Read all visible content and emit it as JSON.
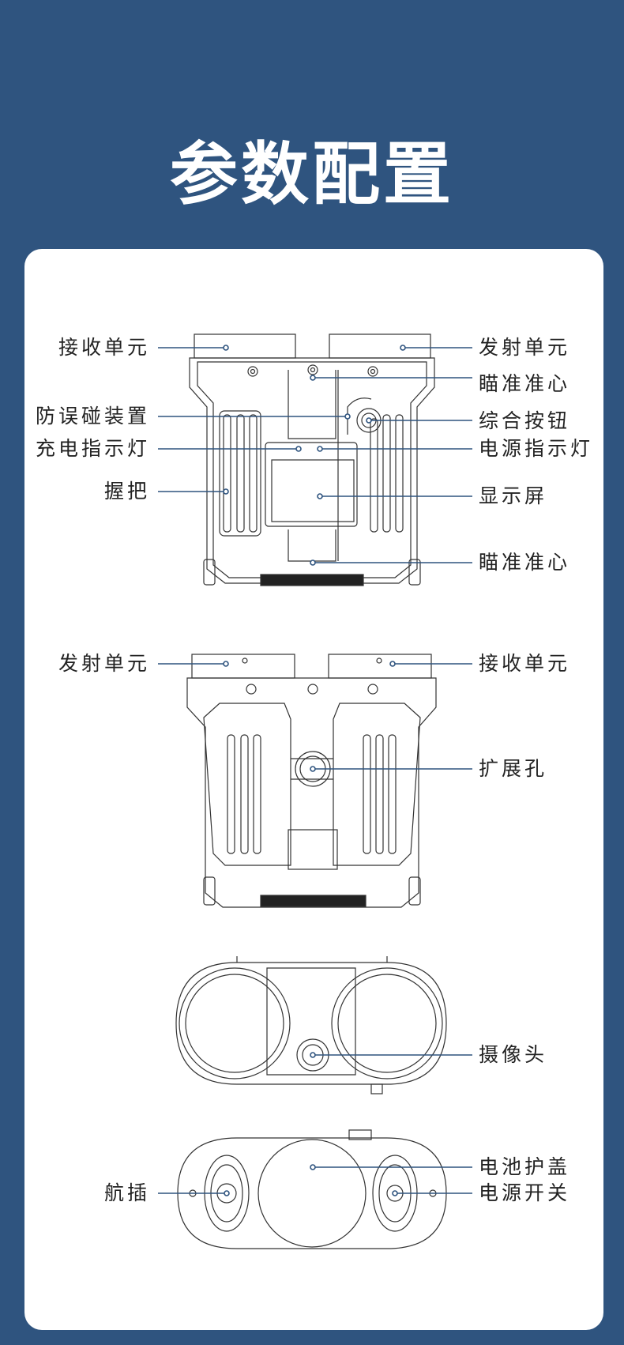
{
  "title": "参数配置",
  "colors": {
    "background": "#2f547f",
    "card": "#ffffff",
    "leader": "#2f547f",
    "outline": "#333333"
  },
  "views": [
    {
      "name": "front-view",
      "labels": {
        "receiver_unit": "接收单元",
        "transmitter_unit": "发射单元",
        "aiming_reticle_top": "瞄准准心",
        "anti_collision_device": "防误碰装置",
        "multi_function_button": "综合按钮",
        "charging_indicator": "充电指示灯",
        "power_indicator": "电源指示灯",
        "grip": "握把",
        "display_screen": "显示屏",
        "aiming_reticle_bottom": "瞄准准心"
      }
    },
    {
      "name": "back-view",
      "labels": {
        "transmitter_unit": "发射单元",
        "receiver_unit": "接收单元",
        "expansion_hole": "扩展孔"
      }
    },
    {
      "name": "top-view",
      "labels": {
        "camera": "摄像头"
      }
    },
    {
      "name": "bottom-view",
      "labels": {
        "battery_cover": "电池护盖",
        "aviation_plug": "航插",
        "power_switch": "电源开关"
      }
    }
  ]
}
